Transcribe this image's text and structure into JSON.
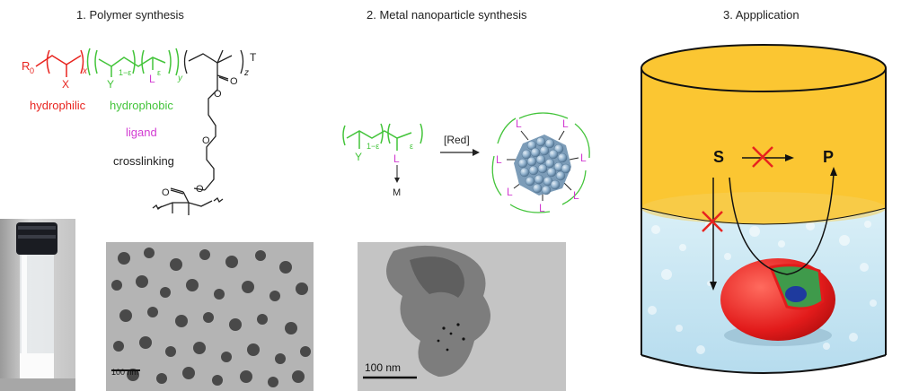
{
  "panels": {
    "polymer": {
      "title": "1. Polymer synthesis",
      "labels": {
        "hydrophilic": "hydrophilic",
        "hydrophobic": "hydrophobic",
        "ligand": "ligand",
        "crosslinking": "crosslinking"
      },
      "structure_text": {
        "r0": "R",
        "r0_sub": "0",
        "x_sub": "x",
        "x_group": "X",
        "y_group": "Y",
        "one_minus_eps": "1−ε",
        "eps": "ε",
        "y_sub": "y",
        "l_group": "L",
        "z_sub": "z",
        "terminus": "T",
        "o1": "O",
        "o2": "O",
        "o3": "O",
        "o4": "O",
        "o5": "O"
      },
      "tem_scale": "100 nm"
    },
    "nanoparticle": {
      "title": "2. Metal nanoparticle synthesis",
      "reagent": "[Red]",
      "structure_text": {
        "y_group": "Y",
        "one_minus_eps": "1−ε",
        "eps": "ε",
        "l_group": "L",
        "m_group": "M"
      },
      "ligand_letter": "L",
      "tem_scale": "100 nm"
    },
    "application": {
      "title": "3. Appplication",
      "substrate": "S",
      "product": "P"
    }
  },
  "colors": {
    "hydrophilic": "#e8231e",
    "hydrophobic": "#43c43a",
    "ligand": "#d23cd2",
    "organic_phase": "#fbc632",
    "aqueous_phase": "#c7e6f3",
    "droplet": "#e21b1b",
    "blocked": "#e8231e"
  }
}
